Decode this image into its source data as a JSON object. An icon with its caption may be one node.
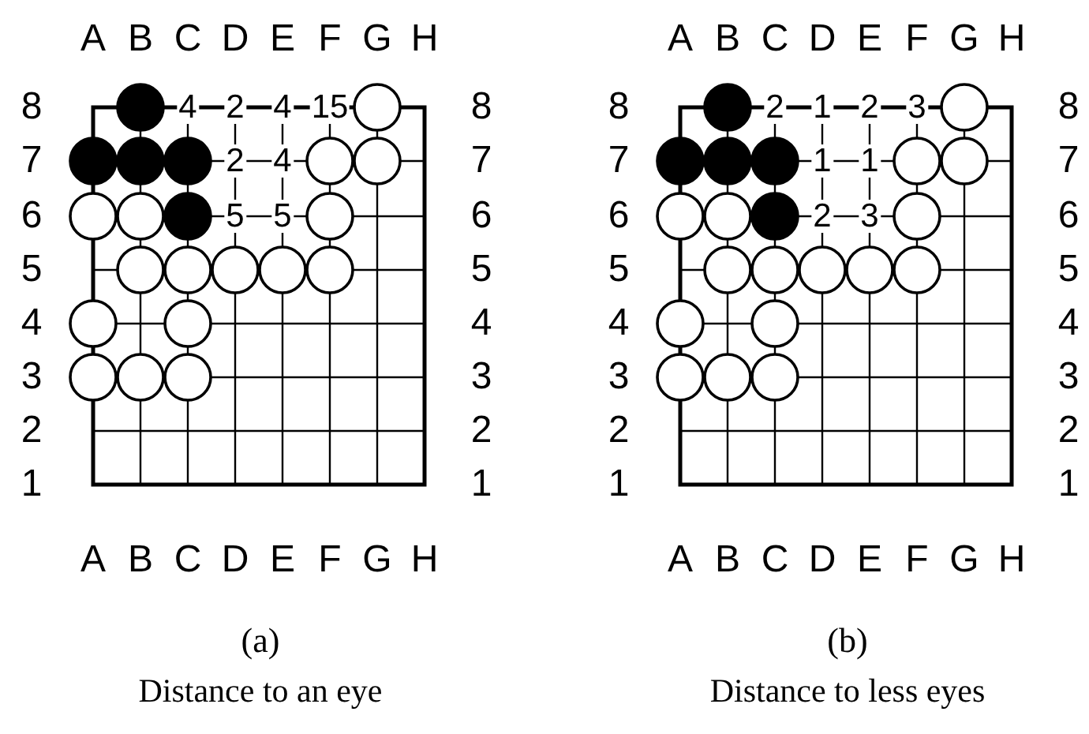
{
  "diagram": {
    "labels": [
      "A",
      "B",
      "C",
      "D",
      "E",
      "F",
      "G",
      "H",
      "8",
      "4",
      "2",
      "4",
      "15",
      "8",
      "7",
      "2",
      "4",
      "7",
      "6",
      "5",
      "5",
      "6",
      "5",
      "5",
      "4",
      "4",
      "3",
      "3",
      "2",
      "2",
      "1",
      "1",
      "A",
      "B",
      "C",
      "D",
      "E",
      "F",
      "G",
      "H",
      "(a)",
      "Distance to an eye",
      "A",
      "B",
      "C",
      "D",
      "E",
      "F",
      "G",
      "H",
      "8",
      "2",
      "1",
      "2",
      "3",
      "8",
      "7",
      "1",
      "1",
      "7",
      "6",
      "2",
      "3",
      "6",
      "5",
      "5",
      "4",
      "4",
      "3",
      "3",
      "2",
      "2",
      "1",
      "1",
      "A",
      "B",
      "C",
      "D",
      "E",
      "F",
      "G",
      "H",
      "(b)",
      "Distance to less eyes"
    ]
  }
}
